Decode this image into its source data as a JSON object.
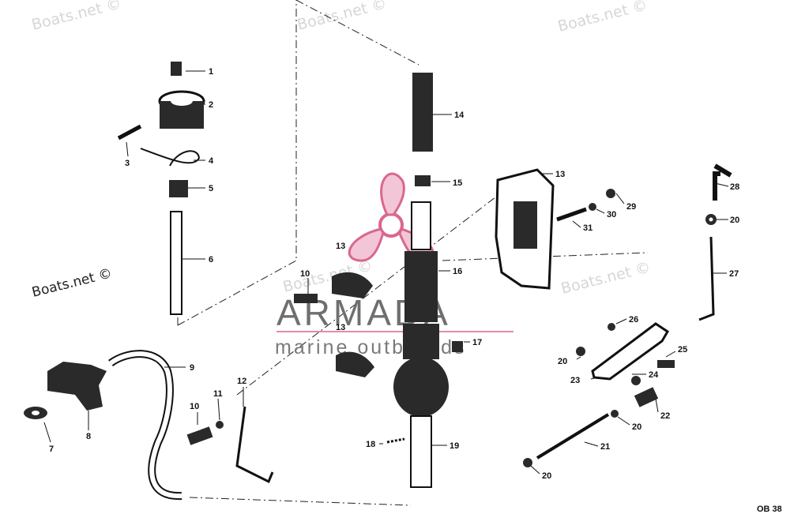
{
  "watermarks": {
    "top_left": "Boats.net ©",
    "top_center": "Boats.net ©",
    "top_right": "Boats.net ©",
    "mid_left": "Boats.net ©",
    "mid_center": "Boats.net ©",
    "mid_right": "Boats.net ©"
  },
  "logo": {
    "brand": "ARMADA",
    "tagline": "marine outboards",
    "accent_color": "#d9678f"
  },
  "diagram_code": "OB 38",
  "callouts": [
    "1",
    "2",
    "3",
    "4",
    "5",
    "6",
    "7",
    "8",
    "9",
    "10",
    "10",
    "11",
    "12",
    "13",
    "13",
    "13",
    "14",
    "15",
    "16",
    "17",
    "18",
    "19",
    "20",
    "20",
    "20",
    "20",
    "20",
    "21",
    "22",
    "23",
    "24",
    "25",
    "26",
    "27",
    "28",
    "29",
    "30",
    "31"
  ]
}
